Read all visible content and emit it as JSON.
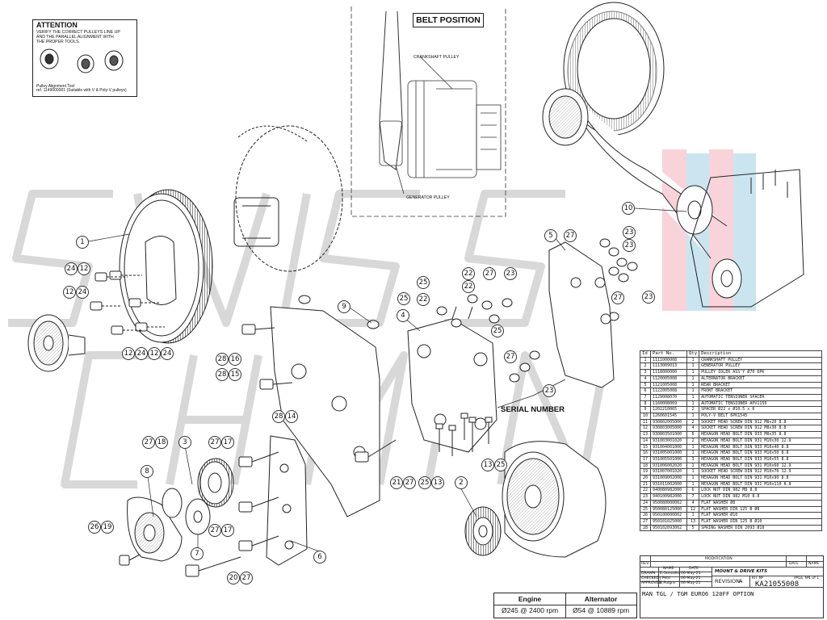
{
  "attention": {
    "title": "ATTENTION",
    "lines": [
      "VERIFY THE CORRECT PULLEYS LINE UP",
      "AND THE PARALLEL ALIGNMENT WITH",
      "THE PROPER TOOLS."
    ],
    "tool_name": "Pulley Alignment Tool",
    "tool_ref": "ref. 1149000001 (Suitable with V & Poly-V pulleys)"
  },
  "belt_position": {
    "title": "BELT POSITION",
    "crankshaft_label": "CRANKSHAFT PULLEY",
    "generator_label": "GENERATOR PULLEY"
  },
  "serial_number_label": "SERIAL NUMBER",
  "callouts": {
    "n1": "1",
    "n2": "2",
    "n3": "3",
    "n4": "4",
    "n5": "5",
    "n6": "6",
    "n7": "7",
    "n8": "8",
    "n9": "9",
    "n10": "10",
    "n12": "12",
    "n13": "13",
    "n14": "14",
    "n15": "15",
    "n16": "16",
    "n17": "17",
    "n18": "18",
    "n19": "19",
    "n20": "20",
    "n21": "21",
    "n22": "22",
    "n23": "23",
    "n24": "24",
    "n25": "25",
    "n26": "26",
    "n27": "27",
    "n28": "28"
  },
  "parts_table": {
    "headers": [
      "Id",
      "Part No.",
      "Qty",
      "Description"
    ],
    "rows": [
      [
        "1",
        "1111000008",
        "1",
        "CRANKSHAFT PULLEY"
      ],
      [
        "2",
        "1113009013",
        "1",
        "GENERATOR PULLEY"
      ],
      [
        "3",
        "1118000000",
        "1",
        "PULLEY IDLER ASS'Y Ø70 6PK"
      ],
      [
        "4",
        "1120005008",
        "1",
        "ALTERNATOR BRACKET"
      ],
      [
        "5",
        "1121005008",
        "1",
        "REAR BRACKET"
      ],
      [
        "6",
        "1122005008",
        "1",
        "FRONT BRACKET"
      ],
      [
        "7",
        "1129008070",
        "1",
        "AUTOMATIC TENSIONER SPACER"
      ],
      [
        "8",
        "1160008069",
        "1",
        "AUTOMATIC TENSIONER APV1150"
      ],
      [
        "9",
        "1202210065",
        "2",
        "SPACER Ø22 x Ø10.5 x 6"
      ],
      [
        "10",
        "1260601545",
        "1",
        "POLY-V BELT 6PK1545"
      ],
      [
        "11",
        "930802005000",
        "2",
        "SOCKET HEAD SCREW DIN 912 M8x20 8.8"
      ],
      [
        "12",
        "930803005000",
        "4",
        "SOCKET HEAD SCREW DIN 912 M8x30 8.8"
      ],
      [
        "13",
        "930803501000",
        "6",
        "HEXAGON HEAD BOLT DIN 933 M8x35 8.8"
      ],
      [
        "14",
        "931003001020",
        "2",
        "HEXAGON HEAD BOLT DIN 931 M10x30 12.9"
      ],
      [
        "15",
        "931004001000",
        "1",
        "HEXAGON HEAD BOLT DIN 933 M10x40 8.8"
      ],
      [
        "16",
        "931005001000",
        "1",
        "HEXAGON HEAD BOLT DIN 933 M10x50 8.8"
      ],
      [
        "17",
        "931005501000",
        "3",
        "HEXAGON HEAD BOLT DIN 933 M10x55 8.8"
      ],
      [
        "18",
        "931006002020",
        "1",
        "HEXAGON HEAD BOLT DIN 931 M10x60 12.9"
      ],
      [
        "19",
        "931007001020",
        "1",
        "SOCKET HEAD SCREW DIN 912 M10x70 12.9"
      ],
      [
        "20",
        "931009002000",
        "1",
        "HEXAGON HEAD BOLT DIN 931 M10x90 8.8"
      ],
      [
        "21",
        "931011002000",
        "1",
        "HEXAGON HEAD BOLT DIN 931 M10x110 8.8"
      ],
      [
        "22",
        "940080982000",
        "6",
        "LOCK NUT DIN 982 M8 8.8"
      ],
      [
        "23",
        "940100982000",
        "7",
        "LOCK NUT DIN 982 M10 8.8"
      ],
      [
        "24",
        "950080000002",
        "4",
        "FLAT WASHER Ø8"
      ],
      [
        "25",
        "950080125000",
        "12",
        "FLAT WASHER DIN 125 B Ø8"
      ],
      [
        "26",
        "950100000002",
        "1",
        "FLAT WASHER Ø10"
      ],
      [
        "27",
        "950101025000",
        "13",
        "FLAT WASHER DIN 125 B Ø10"
      ],
      [
        "28",
        "950102093002",
        "5",
        "SPRING WASHER DIN 2093 Ø10"
      ]
    ]
  },
  "title_block": {
    "rev_label": "REV.",
    "modification_label": "MODIFICATION",
    "date_label": "DATE",
    "name_label": "NAME",
    "col_name": "NAME",
    "col_date": "DATE",
    "drawn_label": "DRAWN",
    "drawn_name": "E.Gonzalez",
    "drawn_date": "06-May-21",
    "checked_label": "CHECKED",
    "checked_name": "J.Petit",
    "checked_date": "06-May-21",
    "approved_label": "APPROVED",
    "approved_name": "E.Puigra",
    "approved_date": "06-May-21",
    "company": "MOUNT & DRIVE KITS",
    "revision_label": "REVISION",
    "revision": "A",
    "kit_label": "KIT Nº",
    "page_label": "PAGE Nº",
    "page_value": "1 of 1",
    "kit_number": "KA21055008",
    "model": "MAN TGL / TGM EURO6 120FF OPTION"
  },
  "rpm_table": {
    "col1_header": "Engine",
    "col2_header": "Alternator",
    "col1_value": "Ø245 @ 2400 rpm",
    "col2_value": "Ø54 @ 10889 rpm"
  },
  "colors": {
    "ink": "#222222",
    "watermark": "#d9d9d9",
    "accent_pink": "#f3b6bf",
    "accent_blue": "#a9d3e6"
  }
}
